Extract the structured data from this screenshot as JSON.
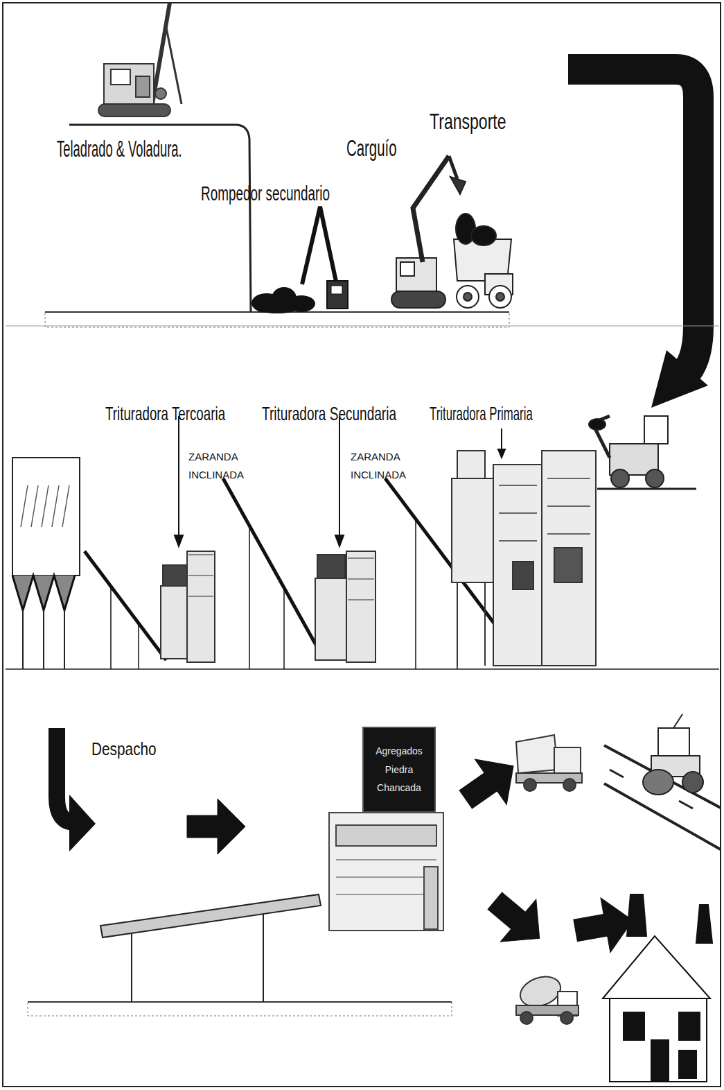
{
  "diagram": {
    "nodes": [
      {
        "text": [
          "Agregados Piedra Chancada"
        ]
      }
    ],
    "labels": [
      "Teladrado & Voladura.",
      "Rompedor secundario",
      "Carguío",
      "Transporte",
      "Trituradora Tercoaria",
      "Trituradora Secundaria",
      "Trituradora Primaria",
      "ZARANDA INCLINADA",
      "ZARANDA INCLINADA",
      "Despacho"
    ]
  }
}
